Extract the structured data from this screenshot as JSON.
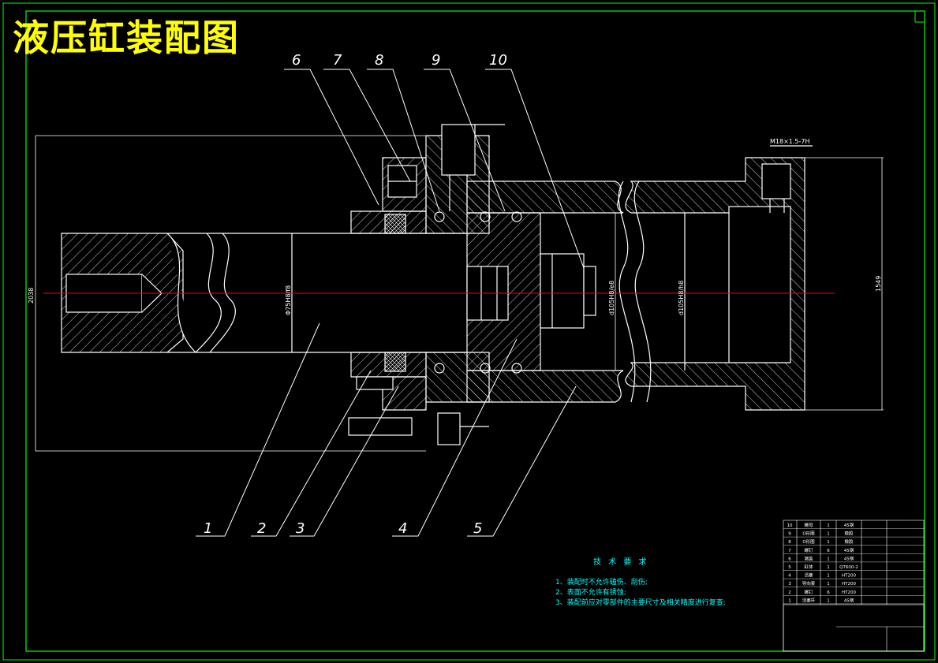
{
  "title": "液压缸装配图",
  "part_numbers": [
    "1",
    "2",
    "3",
    "4",
    "5",
    "6",
    "7",
    "8",
    "9",
    "10"
  ],
  "dimensions": {
    "overall_height": "2038",
    "rod_dia": "Φ75H8/f8",
    "bore_dia_1": "d105H8/e8",
    "bore_dia_2": "d105H8/h8",
    "length_right": "1549",
    "thread": "M18×1.5-7H"
  },
  "tech_requirements": {
    "heading": "技 术 要 求",
    "lines": [
      "1、装配时不允许磕伤、刮伤;",
      "2、表面不允许有锈蚀;",
      "3、装配前应对零部件的主要尺寸及相关精度进行复查;"
    ]
  },
  "parts_list": [
    {
      "no": "10",
      "name": "螺母",
      "qty": "1",
      "material": "45钢",
      "note": ""
    },
    {
      "no": "9",
      "name": "O形圈",
      "qty": "1",
      "material": "橡胶",
      "note": ""
    },
    {
      "no": "8",
      "name": "O形圈",
      "qty": "1",
      "material": "橡胶",
      "note": ""
    },
    {
      "no": "7",
      "name": "螺钉",
      "qty": "6",
      "material": "45钢",
      "note": ""
    },
    {
      "no": "6",
      "name": "端盖",
      "qty": "1",
      "material": "45钢",
      "note": ""
    },
    {
      "no": "5",
      "name": "缸体",
      "qty": "1",
      "material": "QT600-2",
      "note": ""
    },
    {
      "no": "4",
      "name": "活塞",
      "qty": "1",
      "material": "HT200",
      "note": ""
    },
    {
      "no": "3",
      "name": "导向套",
      "qty": "1",
      "material": "HT200",
      "note": ""
    },
    {
      "no": "2",
      "name": "螺钉",
      "qty": "6",
      "material": "HT200",
      "note": ""
    },
    {
      "no": "1",
      "name": "活塞杆",
      "qty": "1",
      "material": "45钢",
      "note": ""
    }
  ],
  "colors": {
    "outline": "#ffffff",
    "frame": "#00ff00",
    "center": "#ff0000",
    "hatch": "#ffffff",
    "title": "#ffff00",
    "tech": "#00ffff"
  }
}
